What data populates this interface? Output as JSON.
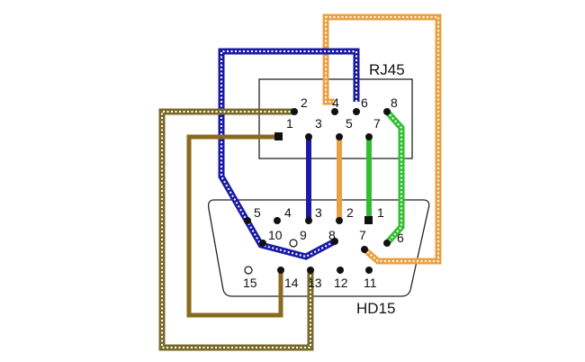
{
  "rj45": {
    "label": "RJ45",
    "pins": [
      "1",
      "2",
      "3",
      "4",
      "5",
      "6",
      "7",
      "8"
    ]
  },
  "hd15": {
    "label": "HD15",
    "pins": [
      "1",
      "2",
      "3",
      "4",
      "5",
      "6",
      "7",
      "8",
      "9",
      "10",
      "11",
      "12",
      "13",
      "14",
      "15"
    ]
  },
  "wire_colors": {
    "blue": "#1a1aa6",
    "orange": "#e8a040",
    "green": "#2fbf2f",
    "brown": "#8a6a1c",
    "olive": "#7a6a2a",
    "white": "#ffffff"
  }
}
